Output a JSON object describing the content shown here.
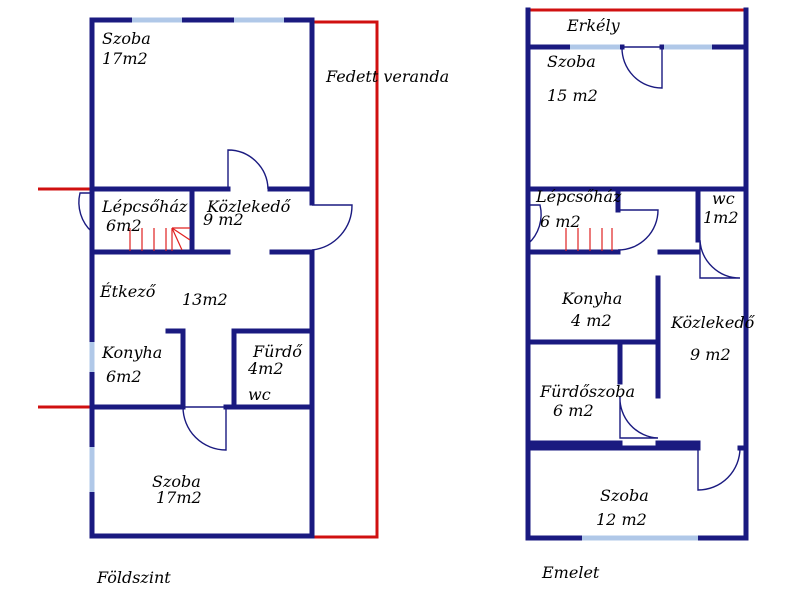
{
  "colors": {
    "wall": "#1a1a80",
    "veranda": "#d01010",
    "window": "#b0c8e8",
    "stairs": "#e02020",
    "text": "#000000"
  },
  "ground_floor": {
    "caption": "Földszint",
    "room_szoba_top_name": "Szoba",
    "room_szoba_top_area": "17m2",
    "veranda_label": "Fedett veranda",
    "room_lepcsohaz_name": "Lépcsőház",
    "room_lepcsohaz_area": "6m2",
    "room_kozlekedo_name": "Közlekedő",
    "room_kozlekedo_area": "9 m2",
    "room_etkezo_name": "Étkező",
    "room_etkezo_area": "13m2",
    "room_konyha_name": "Konyha",
    "room_konyha_area": "6m2",
    "room_furdo_name": "Fürdő",
    "room_furdo_area": "4m2",
    "room_wc_name": "wc",
    "room_szoba_bottom_name": "Szoba",
    "room_szoba_bottom_area": "17m2"
  },
  "upper_floor": {
    "caption": "Emelet",
    "room_erkely_name": "Erkély",
    "room_szoba_top_name": "Szoba",
    "room_szoba_top_area": "15 m2",
    "room_lepcsohaz_name": "Lépcsőház",
    "room_lepcsohaz_area": "6 m2",
    "room_wc_name": "wc",
    "room_wc_area": "1m2",
    "room_konyha_name": "Konyha",
    "room_konyha_area": "4 m2",
    "room_kozlekedo_name": "Közlekedő",
    "room_kozlekedo_area": "9 m2",
    "room_furdoszoba_name": "Fürdőszoba",
    "room_furdoszoba_area": "6 m2",
    "room_szoba_bottom_name": "Szoba",
    "room_szoba_bottom_area": "12 m2"
  }
}
